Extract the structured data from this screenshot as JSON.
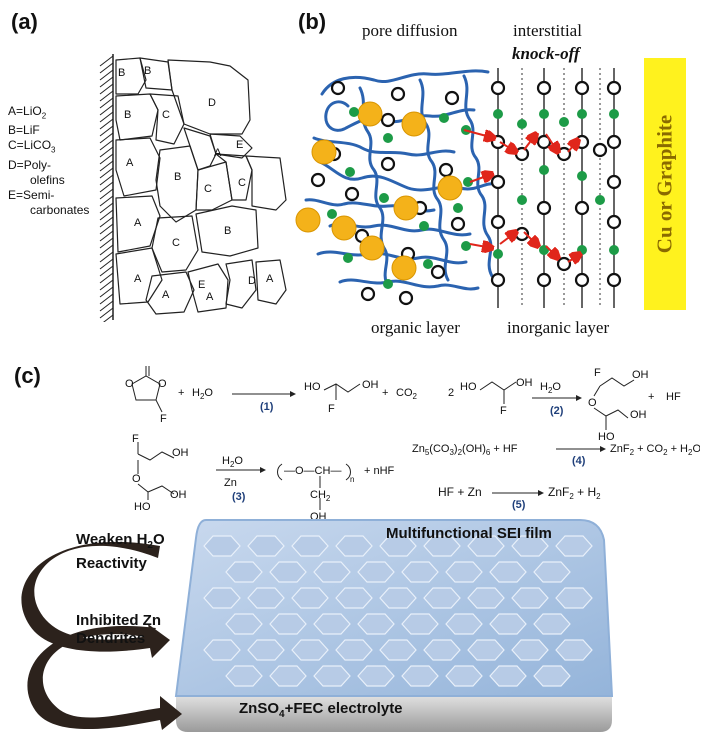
{
  "panels": {
    "a": "(a)",
    "b": "(b)",
    "c": "(c)"
  },
  "legend_a": [
    {
      "letter": "A=",
      "name": "LiO",
      "sub": "2"
    },
    {
      "letter": "B=",
      "name": "LiF",
      "sub": ""
    },
    {
      "letter": "C=",
      "name": "LiCO",
      "sub": "3"
    },
    {
      "letter": "D=",
      "name": "Poly-",
      "sub": ""
    },
    {
      "letter": "",
      "name": "olefins",
      "sub": ""
    },
    {
      "letter": "E=",
      "name": "Semi-",
      "sub": ""
    },
    {
      "letter": "",
      "name": "carbonates",
      "sub": ""
    }
  ],
  "grain_labels": [
    "B",
    "B",
    "D",
    "B",
    "C",
    "E",
    "A",
    "A",
    "B",
    "C",
    "C",
    "A",
    "A",
    "C",
    "B",
    "A",
    "E",
    "D",
    "A",
    "A"
  ],
  "panel_b": {
    "pore_diffusion": "pore diffusion",
    "interstitial": "interstitial",
    "knock_off": "knock-off",
    "current_collector": "Cu or Graphite",
    "organic_layer": "organic layer",
    "inorganic_layer": "inorganic layer"
  },
  "reactions": {
    "h2o": "H",
    "h2o_sub": "2",
    "h2o_end": "O",
    "plus": "+",
    "co2": "CO",
    "co2_sub": "2",
    "hf": "HF",
    "nhf": "+ nHF",
    "zn": "Zn",
    "two": "2",
    "ho": "HO",
    "oh": "OH",
    "f": "F",
    "o": "O",
    "ch2": "CH",
    "ch2_sub": "2",
    "n_sub": "n",
    "r1": "(1)",
    "r2": "(2)",
    "r3": "(3)",
    "r4": "(4)",
    "r5": "(5)",
    "eq4_left": "Zn",
    "eq4_left2": "(CO",
    "eq4_left3": ")",
    "eq4_left4": "(OH)",
    "eq4_left5": " + HF",
    "eq4_right": "ZnF",
    "eq4_right2": " + CO",
    "eq4_right3": " + H",
    "eq4_right4": "O",
    "eq5_left": "HF + Zn",
    "eq5_right": "ZnF",
    "eq5_right2": " + H"
  },
  "bottom": {
    "weaken1": "Weaken H",
    "weaken_sub": "2",
    "weaken2": "O",
    "weaken3": "Reactivity",
    "inhibited1": "Inhibited Zn",
    "inhibited2": "Dendrites",
    "sei": "Multifunctional SEI film",
    "electrolyte1": "ZnSO",
    "electrolyte_sub": "4",
    "electrolyte2": "+FEC electrolyte"
  },
  "colors": {
    "pore_line": "#2b63b0",
    "gold": "#f4b21a",
    "green": "#1d9b47",
    "arrow": "#e0261b",
    "bar": "#fff21e",
    "bar_text": "#8a6a00",
    "sei_top": "#aec6e2",
    "sei_edge": "#9bb8dc",
    "base": "#c8c8c8",
    "dark_arrow": "#2c221c"
  }
}
